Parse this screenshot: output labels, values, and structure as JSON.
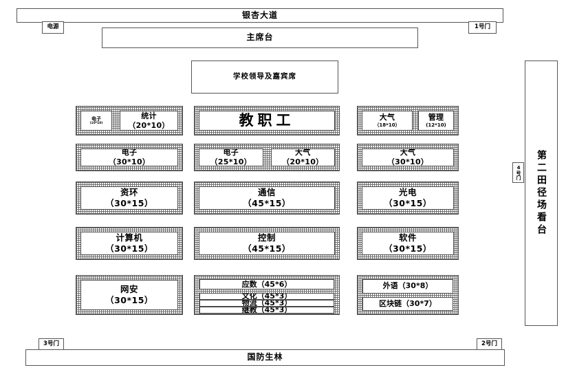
{
  "diagram": {
    "title_top_road": "银杏大道",
    "title_bottom_road": "国防生林",
    "power_label": "电源",
    "gates": {
      "gate1": "1号门",
      "gate2": "2号门",
      "gate3": "3号门",
      "gate4": "4号门"
    },
    "podium": "主席台",
    "guest_seating": "学校领导及嘉宾席",
    "grandstand": "第二田径场看台",
    "staff_block": "教职工",
    "rows": [
      {
        "row": 1,
        "left": [
          {
            "name": "电子",
            "size": "(10*10)",
            "small": true
          },
          {
            "name": "统计",
            "size": "（20*10）"
          }
        ],
        "center": [
          {
            "name": "教职工",
            "size": "",
            "big": true
          }
        ],
        "right": [
          {
            "name": "大气",
            "size": "（18*10）"
          },
          {
            "name": "管理",
            "size": "(12*10)"
          }
        ]
      },
      {
        "row": 2,
        "left": [
          {
            "name": "电子",
            "size": "（30*10）"
          }
        ],
        "center": [
          {
            "name": "电子",
            "size": "（25*10）"
          },
          {
            "name": "大气",
            "size": "（20*10）"
          }
        ],
        "right": [
          {
            "name": "大气",
            "size": "（30*10）"
          }
        ]
      },
      {
        "row": 3,
        "left": [
          {
            "name": "资环",
            "size": "（30*15）"
          }
        ],
        "center": [
          {
            "name": "通信",
            "size": "（45*15）"
          }
        ],
        "right": [
          {
            "name": "光电",
            "size": "（30*15）"
          }
        ]
      },
      {
        "row": 4,
        "left": [
          {
            "name": "计算机",
            "size": "（30*15）"
          }
        ],
        "center": [
          {
            "name": "控制",
            "size": "（45*15）"
          }
        ],
        "right": [
          {
            "name": "软件",
            "size": "（30*15）"
          }
        ]
      },
      {
        "row": 5,
        "left": [
          {
            "name": "网安",
            "size": "（30*15）"
          }
        ],
        "center": [
          {
            "name": "应数（45*6）"
          },
          {
            "name": "文化（45*3）"
          },
          {
            "name": "物流（45*3）"
          },
          {
            "name": "继教（45*3）"
          }
        ],
        "right": [
          {
            "name": "外语（30*8）"
          },
          {
            "name": "区块链（30*7）"
          }
        ]
      }
    ]
  }
}
